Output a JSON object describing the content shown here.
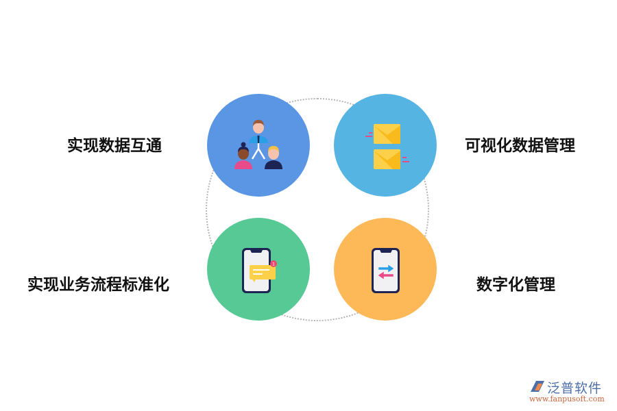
{
  "items": [
    {
      "label": "实现数据互通",
      "icon": "people-hierarchy-icon",
      "color": "#5b96e4"
    },
    {
      "label": "可视化数据管理",
      "icon": "envelopes-icon",
      "color": "#56b4e2"
    },
    {
      "label": "实现业务流程标准化",
      "icon": "phone-message-icon",
      "color": "#57c994"
    },
    {
      "label": "数字化管理",
      "icon": "phone-transfer-icon",
      "color": "#fdb857"
    }
  ],
  "notification_badge": "1",
  "logo": {
    "name": "泛普软件",
    "url": "www.fanpusoft.com"
  }
}
